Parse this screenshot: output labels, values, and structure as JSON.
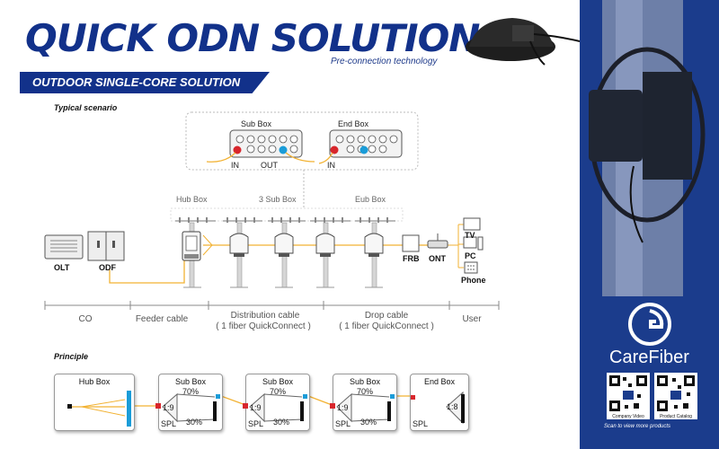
{
  "header": {
    "title": "QUICK ODN SOLUTION",
    "subtitle": "Pre-connection technology",
    "banner": "OUTDOOR SINGLE-CORE SOLUTION"
  },
  "scenario": {
    "heading": "Typical scenario",
    "callout": {
      "sub_box": "Sub Box",
      "end_box": "End Box",
      "in1": "IN",
      "out1": "OUT",
      "in2": "IN"
    },
    "upper_labels": {
      "hub_box": "Hub Box",
      "sub3": "3 Sub Box",
      "eub": "Eub Box"
    },
    "devices": {
      "olt": "OLT",
      "odf": "ODF",
      "frb": "FRB",
      "ont": "ONT",
      "tv": "TV",
      "pc": "PC",
      "phone": "Phone"
    },
    "segments": {
      "co": "CO",
      "feeder": "Feeder cable",
      "distribution": "Distribution cable",
      "distribution_sub": "( 1 fiber QuickConnect )",
      "drop": "Drop cable",
      "drop_sub": "( 1 fiber QuickConnect )",
      "user": "User"
    }
  },
  "principle": {
    "heading": "Principle",
    "hub_box": "Hub Box",
    "sub_boxes": [
      {
        "title": "Sub Box",
        "top_pct": "70%",
        "ratio": "1:9",
        "spl": "SPL",
        "bottom_pct": "30%"
      },
      {
        "title": "Sub Box",
        "top_pct": "70%",
        "ratio": "1:9",
        "spl": "SPL",
        "bottom_pct": "30%"
      },
      {
        "title": "Sub Box",
        "top_pct": "70%",
        "ratio": "1:9",
        "spl": "SPL",
        "bottom_pct": "30%"
      }
    ],
    "end_box": {
      "title": "End Box",
      "ratio": "1:8",
      "spl": "SPL"
    }
  },
  "brand": {
    "name": "CareFiber",
    "qr1_caption": "Company Video",
    "qr2_caption": "Product Catalog",
    "scan_text": "Scan to view more products"
  },
  "colors": {
    "navy": "#12318a",
    "panel_blue": "#1b3c8c",
    "fiber_orange": "#f2b233",
    "port_red": "#d8262c",
    "port_blue": "#1a9cd8"
  }
}
